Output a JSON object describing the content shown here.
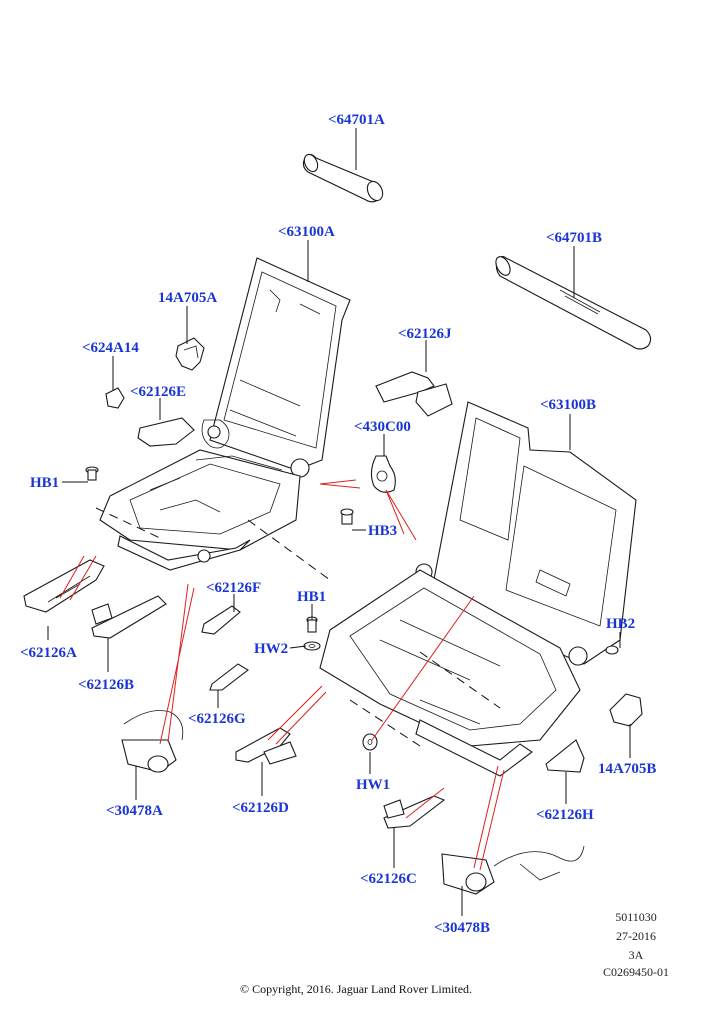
{
  "callouts": {
    "c64701A": "<64701A",
    "c63100A": "<63100A",
    "c64701B": "<64701B",
    "c14A705A": "14A705A",
    "c62126J": "<62126J",
    "c624A14": "<624A14",
    "c62126E": "<62126E",
    "c430C00": "<430C00",
    "c63100B": "<63100B",
    "cHB1a": "HB1",
    "cHB3": "HB3",
    "c62126F": "<62126F",
    "cHB1b": "HB1",
    "cHB2": "HB2",
    "c62126A": "<62126A",
    "cHW2": "HW2",
    "c62126B": "<62126B",
    "c62126G": "<62126G",
    "c14A705B": "14A705B",
    "cHW1": "HW1",
    "c30478A": "<30478A",
    "c62126D": "<62126D",
    "c62126H": "<62126H",
    "c62126C": "<62126C",
    "c30478B": "<30478B"
  },
  "meta": {
    "code1": "5011030",
    "code2": "27-2016",
    "code3": "3A",
    "code4": "C0269450-01"
  },
  "copyright": "© Copyright, 2016. Jaguar Land Rover Limited."
}
